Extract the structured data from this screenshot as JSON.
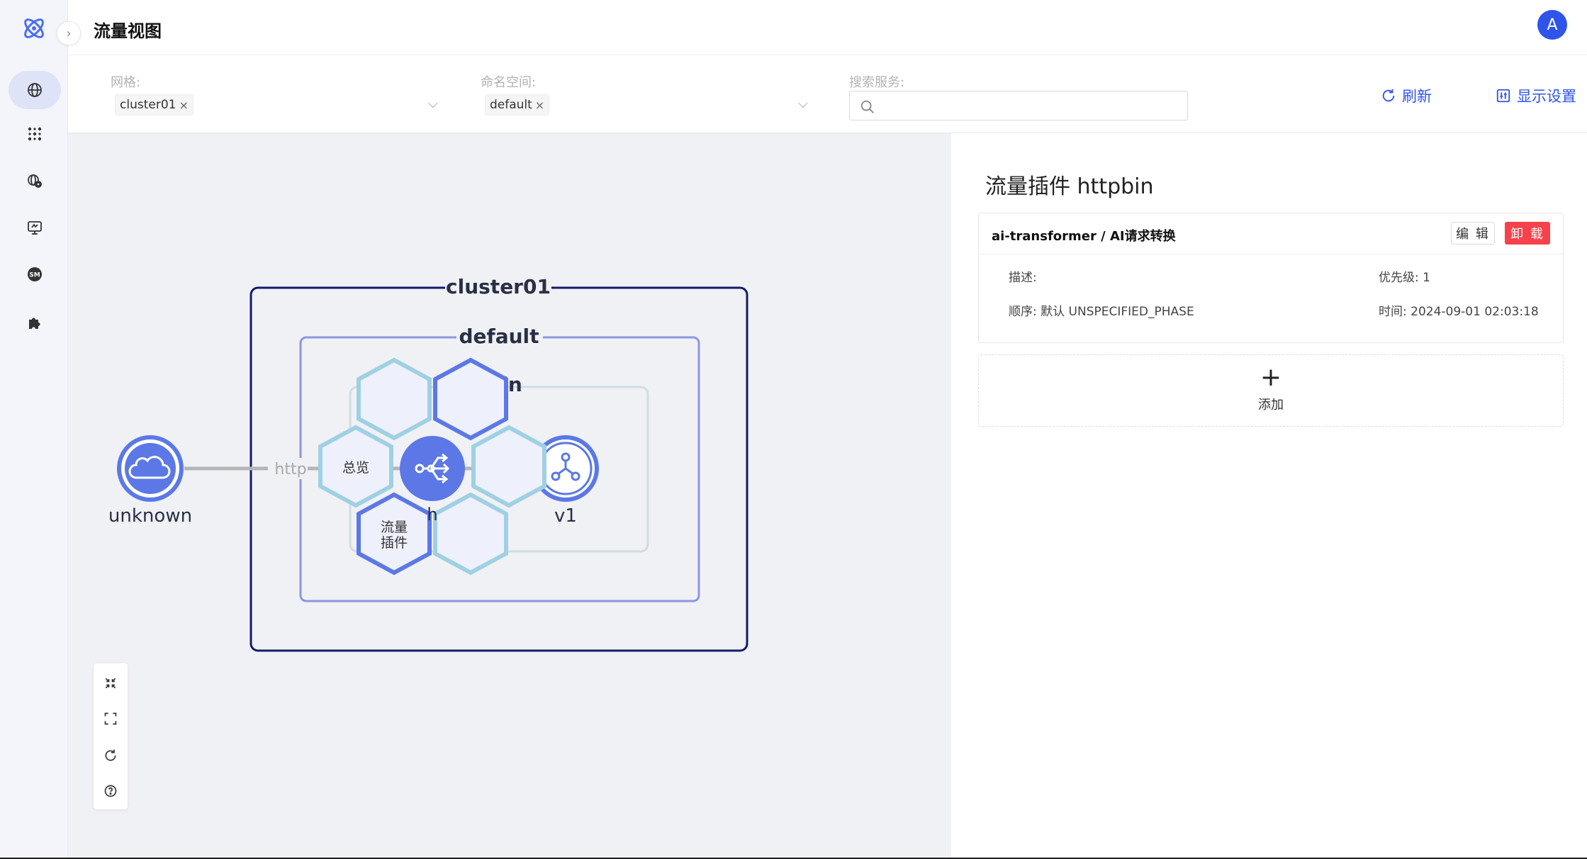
{
  "app": {
    "title": "流量视图",
    "avatar_letter": "A"
  },
  "sidebar": {
    "items": [
      {
        "icon": "globe-icon",
        "active": true
      },
      {
        "icon": "grid-dots-icon",
        "active": false
      },
      {
        "icon": "globe-gear-icon",
        "active": false
      },
      {
        "icon": "monitor-icon",
        "active": false
      },
      {
        "icon": "sm-badge-icon",
        "active": false
      },
      {
        "icon": "puzzle-icon",
        "active": false
      }
    ]
  },
  "filters": {
    "mesh_label": "网格:",
    "mesh_value": "cluster01",
    "namespace_label": "命名空间:",
    "namespace_value": "default",
    "search_label": "搜索服务:",
    "search_placeholder": ""
  },
  "toolbar": {
    "refresh": "刷新",
    "display_settings": "显示设置"
  },
  "graph": {
    "cluster_label": "cluster01",
    "namespace_label": "default",
    "service_label": "bin",
    "external_node_label": "unknown",
    "edge_label": "http",
    "version_node_label": "v1",
    "hex_overview": "总览",
    "hex_plugin_line1": "流量",
    "hex_plugin_line2": "插件",
    "center_partial_label": "h"
  },
  "panel": {
    "title": "流量插件 httpbin",
    "plugin": {
      "name": "ai-transformer / AI请求转换",
      "edit": "编 辑",
      "uninstall": "卸 载",
      "desc_label": "描述:",
      "priority_label": "优先级:",
      "priority_value": "1",
      "order_label": "顺序:",
      "order_value": "默认 UNSPECIFIED_PHASE",
      "time_label": "时间:",
      "time_value": "2024-09-01 02:03:18"
    },
    "add_label": "添加"
  },
  "colors": {
    "accent": "#2f54eb",
    "node": "#5b78e6",
    "hex_light": "#9fd0e3",
    "danger": "#f5424b",
    "cluster_border": "#131c6b"
  }
}
